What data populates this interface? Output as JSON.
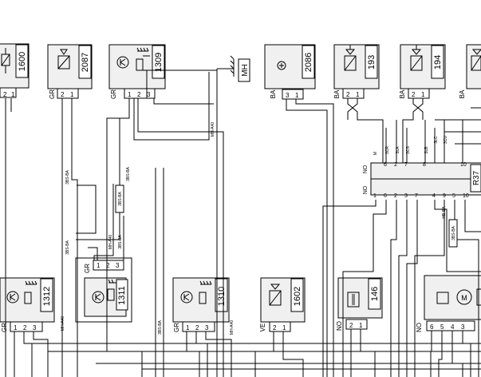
{
  "components": {
    "c1600": {
      "id": "1600",
      "pin_labels": [
        "2",
        "1"
      ]
    },
    "c2087": {
      "id": "2087",
      "connector": "GR",
      "pin_labels": [
        "2",
        "1"
      ]
    },
    "c1309": {
      "id": "1309",
      "connector": "GR",
      "pin_labels": [
        "1",
        "2",
        "3"
      ]
    },
    "c2086": {
      "id": "2086",
      "connector": "BA",
      "pin_labels": [
        "3",
        "1"
      ]
    },
    "c193": {
      "id": "193",
      "connector": "BA",
      "pin_labels": [
        "2",
        "1"
      ]
    },
    "c194": {
      "id": "194",
      "connector": "BA",
      "pin_labels": [
        "2",
        "1"
      ]
    },
    "c_edge": {
      "connector": "BA"
    },
    "c1312": {
      "id": "1312",
      "connector": "GR",
      "pin_labels": [
        "1",
        "2",
        "3"
      ]
    },
    "c1311": {
      "id": "1311",
      "connector": "GR",
      "pin_labels": [
        "1",
        "2",
        "3"
      ]
    },
    "c1310": {
      "id": "1310",
      "connector": "GR",
      "pin_labels": [
        "1",
        "2",
        "3"
      ]
    },
    "c1602": {
      "id": "1602",
      "connector": "VE",
      "pin_labels": [
        "2",
        "1"
      ]
    },
    "c146": {
      "id": "146",
      "connector": "NO",
      "pin_labels": [
        "2",
        "1"
      ]
    },
    "c_motor": {
      "connector": "NO",
      "pin_labels": [
        "6",
        "5",
        "4",
        "3"
      ]
    }
  },
  "ground": {
    "label": "MH"
  },
  "relay": {
    "id": "R37",
    "connector_top": "NO",
    "connector_bottom": "NO",
    "top_pins": [
      "6",
      "2",
      "7",
      "8",
      "10"
    ],
    "bottom_pins": [
      "1",
      "6",
      "2",
      "3",
      "7",
      "4",
      "9",
      "5",
      "10"
    ]
  },
  "wire_labels": {
    "mh_a": "MH-A40",
    "b3_ba": "3BS-BA",
    "b5_ba": "3BS-BA",
    "mh_b": "MH-A40",
    "b6_ba": "3B5-BA",
    "mh_c": "MH-A40",
    "b8_ba": "3BS-BA",
    "mh_d": "MH-A40",
    "bs_ba": "3BS-BA",
    "r_3cr": "3CR",
    "r_3la": "3LA",
    "r_3cs": "3CS",
    "r_3lb": "3LB",
    "r_3lc": "3LC",
    "r_3cu": "3CU",
    "r_hb": "HB-BA",
    "r_m": "M"
  },
  "splices": {
    "s1": "3BS-BA",
    "s2": "3BS-BA"
  }
}
